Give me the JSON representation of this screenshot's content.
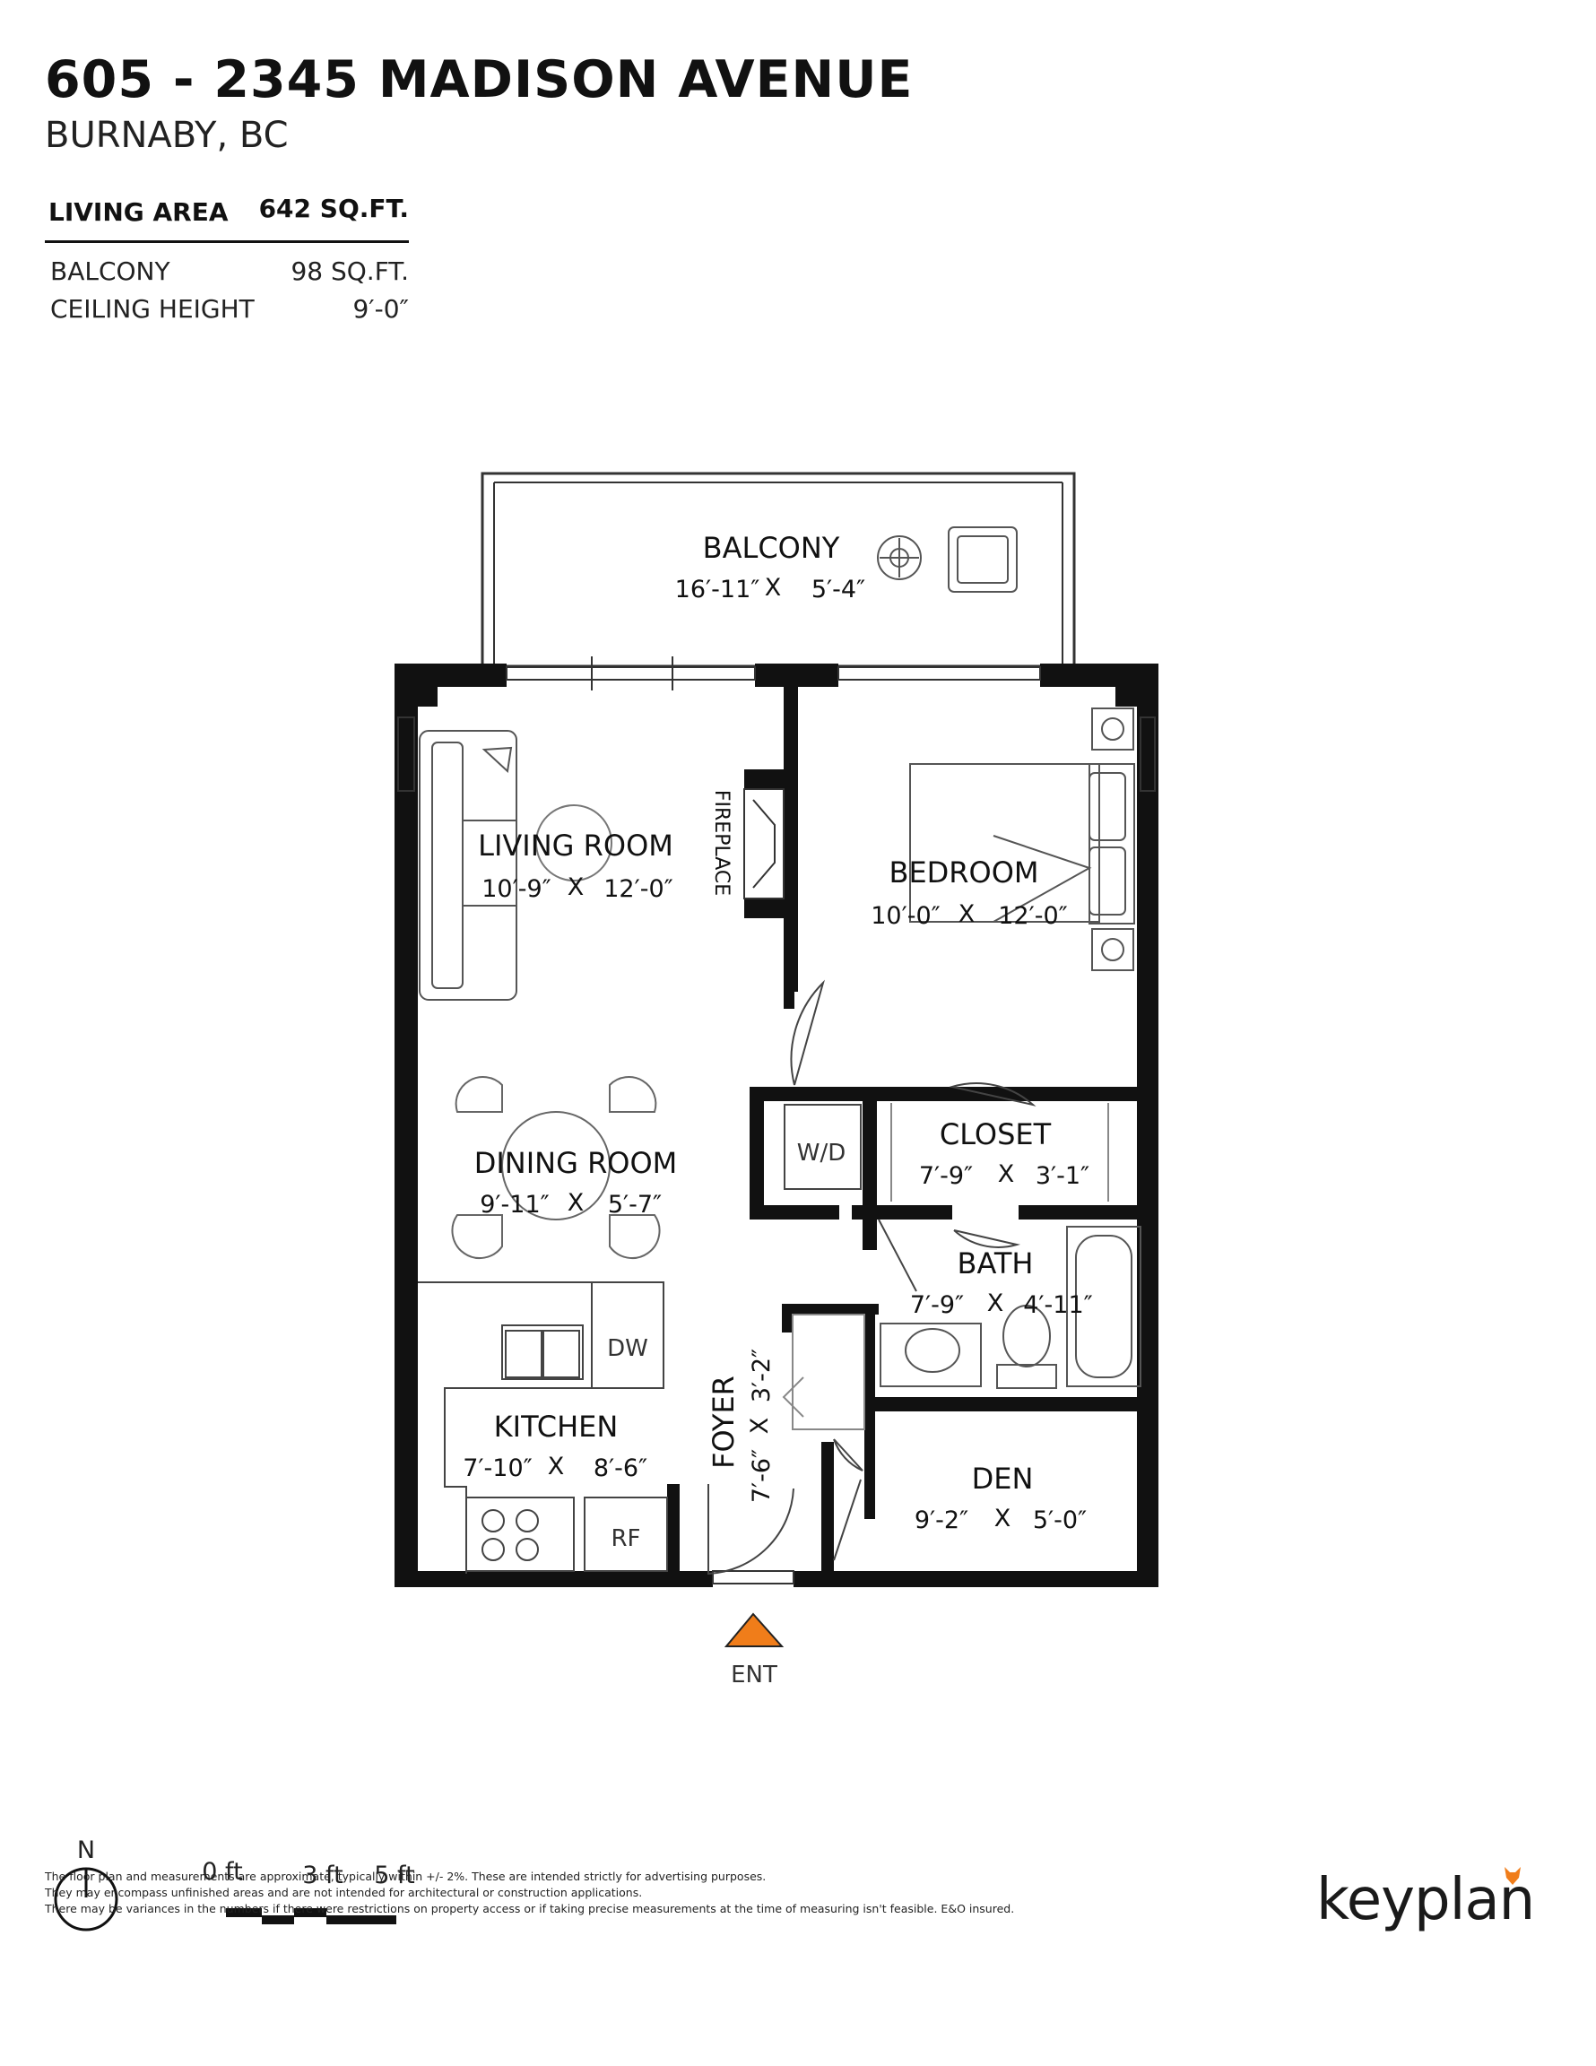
{
  "header": {
    "title": "605 - 2345 MADISON AVENUE",
    "subtitle": "BURNABY, BC"
  },
  "stats": {
    "living_area_label": "LIVING AREA",
    "living_area_value": "642 SQ.FT.",
    "balcony_label": "BALCONY",
    "balcony_value": "98 SQ.FT.",
    "ceiling_label": "CEILING HEIGHT",
    "ceiling_value": "9′-0″"
  },
  "rooms": {
    "balcony": {
      "name": "BALCONY",
      "w": "16′-11″",
      "h": "5′-4″"
    },
    "living": {
      "name": "LIVING ROOM",
      "w": "10′-9″",
      "h": "12′-0″"
    },
    "bedroom": {
      "name": "BEDROOM",
      "w": "10′-0″",
      "h": "12′-0″"
    },
    "dining": {
      "name": "DINING ROOM",
      "w": "9′-11″",
      "h": "5′-7″"
    },
    "closet": {
      "name": "CLOSET",
      "w": "7′-9″",
      "h": "3′-1″"
    },
    "bath": {
      "name": "BATH",
      "w": "7′-9″",
      "h": "4′-11″"
    },
    "kitchen": {
      "name": "KITCHEN",
      "w": "7′-10″",
      "h": "8′-6″"
    },
    "foyer": {
      "name": "FOYER",
      "w": "7′-6″",
      "h": "3′-2″"
    },
    "den": {
      "name": "DEN",
      "w": "9′-2″",
      "h": "5′-0″"
    }
  },
  "fixtures": {
    "fireplace": "FIREPLACE",
    "washer_dryer": "W/D",
    "dishwasher": "DW",
    "fridge": "RF",
    "dim_separator": "X"
  },
  "entrance": {
    "label": "ENT",
    "color": "#f07d1a"
  },
  "compass": {
    "north_label": "N"
  },
  "scale": {
    "labels": [
      "0 ft",
      "3 ft",
      "5 ft"
    ]
  },
  "disclaimer": [
    "The floor plan and measurements are approximate, typically within +/- 2%. These are intended strictly for advertising purposes.",
    "They may encompass unfinished areas and are not intended for architectural or construction applications.",
    "There may be variances in the numbers if there were restrictions on property access or if taking precise measurements at the time of measuring isn't feasible. E&O insured."
  ],
  "brand": {
    "name": "keyplan",
    "accent": "#f07d1a"
  }
}
